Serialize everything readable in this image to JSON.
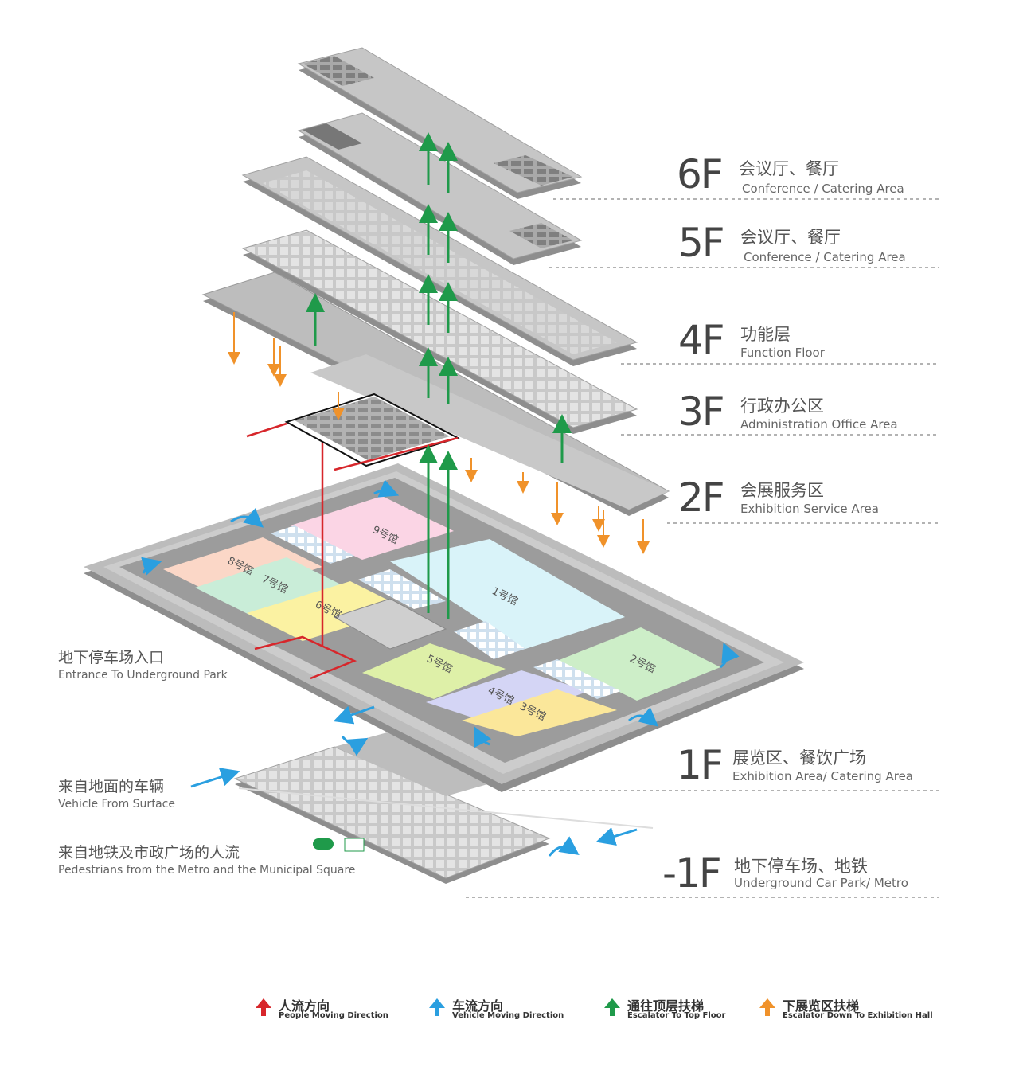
{
  "floors": [
    {
      "id": "6F",
      "cn": "会议厅、餐厅",
      "en": "Conference / Catering Area"
    },
    {
      "id": "5F",
      "cn": "会议厅、餐厅",
      "en": "Conference / Catering Area"
    },
    {
      "id": "4F",
      "cn": "功能层",
      "en": "Function Floor"
    },
    {
      "id": "3F",
      "cn": "行政办公区",
      "en": "Administration Office Area"
    },
    {
      "id": "2F",
      "cn": "会展服务区",
      "en": "Exhibition Service Area"
    },
    {
      "id": "1F",
      "cn": "展览区、餐饮广场",
      "en": "Exhibition Area/ Catering Area"
    },
    {
      "id": "-1F",
      "cn": "地下停车场、地铁",
      "en": "Underground Car Park/ Metro"
    }
  ],
  "side_labels": {
    "entrance": {
      "cn": "地下停车场入口",
      "en": "Entrance To Underground Park"
    },
    "vehicle": {
      "cn": "来自地面的车辆",
      "en": "Vehicle From Surface"
    },
    "pedestrian": {
      "cn": "来自地铁及市政广场的人流",
      "en": "Pedestrians from the Metro and the Municipal Square"
    }
  },
  "halls": [
    {
      "id": "hall-1",
      "label": "1号馆",
      "color": "#d9f3f9"
    },
    {
      "id": "hall-2",
      "label": "2号馆",
      "color": "#cdeec8"
    },
    {
      "id": "hall-3",
      "label": "3号馆",
      "color": "#fbe79a"
    },
    {
      "id": "hall-4",
      "label": "4号馆",
      "color": "#d4d5f5"
    },
    {
      "id": "hall-5",
      "label": "5号馆",
      "color": "#def0a8"
    },
    {
      "id": "hall-6",
      "label": "6号馆",
      "color": "#fbf2a2"
    },
    {
      "id": "hall-7",
      "label": "7号馆",
      "color": "#c9edd8"
    },
    {
      "id": "hall-8",
      "label": "8号馆",
      "color": "#fbd7c7"
    },
    {
      "id": "hall-9",
      "label": "9号馆",
      "color": "#fbd5e5"
    }
  ],
  "legend": [
    {
      "cn": "人流方向",
      "en": "People Moving Direction",
      "color": "#d7262b"
    },
    {
      "cn": "车流方向",
      "en": "Vehicle Moving Direction",
      "color": "#2a9fe0"
    },
    {
      "cn": "通往顶层扶梯",
      "en": "Escalator To Top Floor",
      "color": "#1f9a4a"
    },
    {
      "cn": "下展览区扶梯",
      "en": "Escalator Down To Exhibition Hall",
      "color": "#f0922a"
    }
  ],
  "colors": {
    "slab": "#b8b8b8",
    "slab_side": "#8e8e8e",
    "slab_top": "#cfcfcf",
    "green": "#1f9a4a",
    "orange": "#f0922a",
    "red": "#d7262b",
    "blue": "#2a9fe0"
  }
}
